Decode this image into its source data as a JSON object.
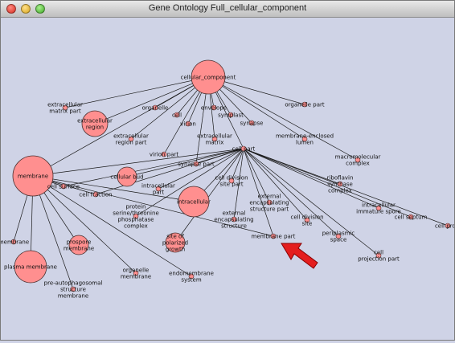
{
  "window": {
    "title": "Gene Ontology Full_cellular_component"
  },
  "graph": {
    "colors": {
      "node_fill": "#ff8f8f",
      "node_stroke": "#4a3030",
      "edge": "#1a1a1a",
      "background": "#cfd3e6",
      "arrow": "#e41e1e"
    },
    "nodes": [
      {
        "id": "cellular_component",
        "label": "cellular_component",
        "r": 21
      },
      {
        "id": "extracellular_matrix_part",
        "label": "extracellular matrix part",
        "r": 3
      },
      {
        "id": "organelle",
        "label": "organelle",
        "r": 3
      },
      {
        "id": "envelope",
        "label": "envelope",
        "r": 3
      },
      {
        "id": "organelle_part",
        "label": "organelle part",
        "r": 3
      },
      {
        "id": "extracellular_region",
        "label": "extracellular region",
        "r": 16
      },
      {
        "id": "cell",
        "label": "cell",
        "r": 3
      },
      {
        "id": "symplast",
        "label": "symplast",
        "r": 3
      },
      {
        "id": "virion",
        "label": "virion",
        "r": 3
      },
      {
        "id": "synapse",
        "label": "synapse",
        "r": 3
      },
      {
        "id": "extracellular_region_part",
        "label": "extracellular region part",
        "r": 3
      },
      {
        "id": "extracellular_matrix",
        "label": "extracellular matrix",
        "r": 3
      },
      {
        "id": "membrane_enclosed_lumen",
        "label": "membrane-enclosed lumen",
        "r": 3
      },
      {
        "id": "virion_part",
        "label": "virion part",
        "r": 3
      },
      {
        "id": "cell_part",
        "label": "cell part",
        "r": 3
      },
      {
        "id": "macromolecular_complex",
        "label": "macromolecular complex",
        "r": 3
      },
      {
        "id": "synapse_part",
        "label": "synapse part",
        "r": 3
      },
      {
        "id": "membrane",
        "label": "membrane",
        "r": 25
      },
      {
        "id": "cell_bud",
        "label": "cellular bud",
        "r": 12
      },
      {
        "id": "cell_division_site_part",
        "label": "cell division site part",
        "r": 3
      },
      {
        "id": "riboflavin_synthase_complex",
        "label": "riboflavin synthase complex",
        "r": 3
      },
      {
        "id": "cell_surface",
        "label": "cell surface",
        "r": 3
      },
      {
        "id": "intracellular_part",
        "label": "intracellular part",
        "r": 3
      },
      {
        "id": "cell_fraction",
        "label": "cell fraction",
        "r": 3
      },
      {
        "id": "intracellular",
        "label": "intracellular",
        "r": 19
      },
      {
        "id": "external_encapsulating_structure_part",
        "label": "external encapsulating structure part",
        "r": 3
      },
      {
        "id": "intracellular_immature_spore",
        "label": "intracellular immature spore",
        "r": 3
      },
      {
        "id": "protein_serine_threonine_phosphatase_complex",
        "label": "protein serine/threonine phosphatase complex",
        "r": 3
      },
      {
        "id": "external_encapsulating_structure",
        "label": "external encapsulating structure",
        "r": 3
      },
      {
        "id": "cell_division_site",
        "label": "cell division site",
        "r": 3
      },
      {
        "id": "cell_septum",
        "label": "cell septum",
        "r": 3
      },
      {
        "id": "cell_prolif",
        "label": "cell prolif",
        "r": 3
      },
      {
        "id": "membrane2",
        "label": "membrane",
        "r": 3
      },
      {
        "id": "prospore_membrane",
        "label": "prospore membrane",
        "r": 12
      },
      {
        "id": "site_of_polarized_growth",
        "label": "site of polarized growth",
        "r": 12
      },
      {
        "id": "membrane_part",
        "label": "membrane part",
        "r": 3
      },
      {
        "id": "periplasmic_space",
        "label": "periplasmic space",
        "r": 3
      },
      {
        "id": "cell_projection_part",
        "label": "cell projection part",
        "r": 3
      },
      {
        "id": "plasma_membrane",
        "label": "plasma membrane",
        "r": 20
      },
      {
        "id": "organelle_membrane",
        "label": "organelle membrane",
        "r": 3
      },
      {
        "id": "endomembrane_system",
        "label": "endomembrane system",
        "r": 3
      },
      {
        "id": "pre_autophagosomal_structure_membrane",
        "label": "pre-autophagosomal structure membrane",
        "r": 3
      }
    ],
    "edges": [
      [
        "cellular_component",
        "extracellular_matrix_part"
      ],
      [
        "cellular_component",
        "organelle"
      ],
      [
        "cellular_component",
        "envelope"
      ],
      [
        "cellular_component",
        "organelle_part"
      ],
      [
        "cellular_component",
        "extracellular_region"
      ],
      [
        "cellular_component",
        "cell"
      ],
      [
        "cellular_component",
        "symplast"
      ],
      [
        "cellular_component",
        "virion"
      ],
      [
        "cellular_component",
        "synapse"
      ],
      [
        "cellular_component",
        "extracellular_region_part"
      ],
      [
        "cellular_component",
        "extracellular_matrix"
      ],
      [
        "cellular_component",
        "membrane_enclosed_lumen"
      ],
      [
        "cellular_component",
        "virion_part"
      ],
      [
        "cellular_component",
        "cell_part"
      ],
      [
        "cellular_component",
        "macromolecular_complex"
      ],
      [
        "cellular_component",
        "synapse_part"
      ],
      [
        "cellular_component",
        "membrane"
      ],
      [
        "cell_part",
        "cell_bud"
      ],
      [
        "cell_part",
        "cell_division_site_part"
      ],
      [
        "cell_part",
        "riboflavin_synthase_complex"
      ],
      [
        "cell_part",
        "cell_surface"
      ],
      [
        "cell_part",
        "intracellular_part"
      ],
      [
        "cell_part",
        "cell_fraction"
      ],
      [
        "cell_part",
        "intracellular"
      ],
      [
        "cell_part",
        "external_encapsulating_structure_part"
      ],
      [
        "cell_part",
        "intracellular_immature_spore"
      ],
      [
        "cell_part",
        "protein_serine_threonine_phosphatase_complex"
      ],
      [
        "cell_part",
        "external_encapsulating_structure"
      ],
      [
        "cell_part",
        "cell_division_site"
      ],
      [
        "cell_part",
        "cell_septum"
      ],
      [
        "cell_part",
        "cell_prolif"
      ],
      [
        "cell_part",
        "site_of_polarized_growth"
      ],
      [
        "cell_part",
        "membrane_part"
      ],
      [
        "cell_part",
        "periplasmic_space"
      ],
      [
        "cell_part",
        "cell_projection_part"
      ],
      [
        "cell_part",
        "synapse_part"
      ],
      [
        "cell_part",
        "membrane"
      ],
      [
        "membrane",
        "cell_surface"
      ],
      [
        "membrane",
        "membrane2"
      ],
      [
        "membrane",
        "prospore_membrane"
      ],
      [
        "membrane",
        "plasma_membrane"
      ],
      [
        "membrane",
        "organelle_membrane"
      ],
      [
        "membrane",
        "endomembrane_system"
      ],
      [
        "membrane",
        "pre_autophagosomal_structure_membrane"
      ],
      [
        "membrane",
        "membrane_part"
      ],
      [
        "membrane",
        "intracellular"
      ],
      [
        "membrane",
        "cell_fraction"
      ]
    ]
  }
}
